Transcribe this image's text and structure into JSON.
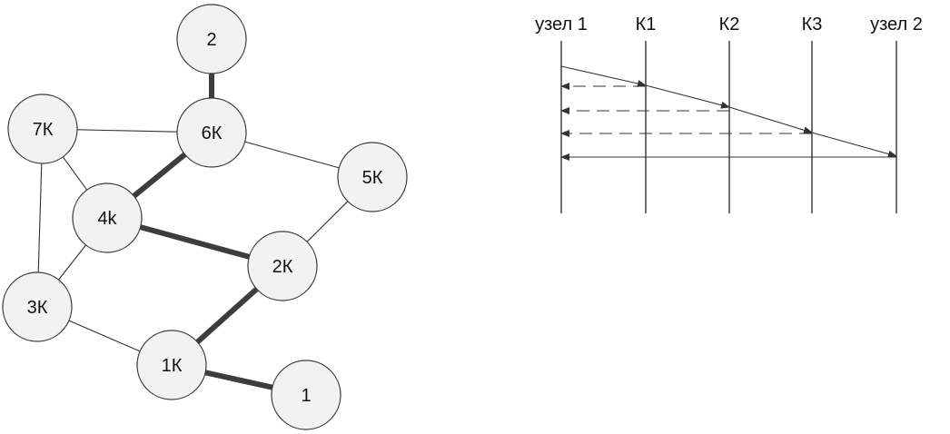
{
  "network": {
    "nodes": [
      {
        "id": "n2",
        "label": "2"
      },
      {
        "id": "n6K",
        "label": "6К"
      },
      {
        "id": "n7K",
        "label": "7К"
      },
      {
        "id": "n5K",
        "label": "5К"
      },
      {
        "id": "n4k",
        "label": "4k"
      },
      {
        "id": "n2K",
        "label": "2К"
      },
      {
        "id": "n3K",
        "label": "3К"
      },
      {
        "id": "n1K",
        "label": "1К"
      },
      {
        "id": "n1",
        "label": "1"
      }
    ],
    "links": [
      {
        "from": "n7K",
        "to": "n6K",
        "style": "thin"
      },
      {
        "from": "n6K",
        "to": "n5K",
        "style": "thin"
      },
      {
        "from": "n7K",
        "to": "n4k",
        "style": "thin"
      },
      {
        "from": "n7K",
        "to": "n3K",
        "style": "thin"
      },
      {
        "from": "n4k",
        "to": "n3K",
        "style": "thin"
      },
      {
        "from": "n5K",
        "to": "n2K",
        "style": "thin"
      },
      {
        "from": "n3K",
        "to": "n1K",
        "style": "thin"
      },
      {
        "from": "n2",
        "to": "n6K",
        "style": "route"
      },
      {
        "from": "n6K",
        "to": "n4k",
        "style": "route"
      },
      {
        "from": "n4k",
        "to": "n2K",
        "style": "route"
      },
      {
        "from": "n2K",
        "to": "n1K",
        "style": "route"
      },
      {
        "from": "n1K",
        "to": "n1",
        "style": "route"
      }
    ]
  },
  "sequence": {
    "lanes": [
      {
        "id": "l0",
        "label": "узел 1"
      },
      {
        "id": "l1",
        "label": "К1"
      },
      {
        "id": "l2",
        "label": "К2"
      },
      {
        "id": "l3",
        "label": "К3"
      },
      {
        "id": "l4",
        "label": "узел 2"
      }
    ],
    "messages": [
      {
        "from": "l0",
        "to": "l1",
        "style": "solid"
      },
      {
        "from": "l1",
        "to": "l2",
        "style": "solid"
      },
      {
        "from": "l2",
        "to": "l3",
        "style": "solid"
      },
      {
        "from": "l3",
        "to": "l4",
        "style": "solid"
      },
      {
        "from": "l1",
        "to": "l0",
        "style": "dashed"
      },
      {
        "from": "l2",
        "to": "l0",
        "style": "dashed"
      },
      {
        "from": "l3",
        "to": "l0",
        "style": "dashed"
      },
      {
        "from": "l4",
        "to": "l0",
        "style": "solid"
      }
    ]
  }
}
